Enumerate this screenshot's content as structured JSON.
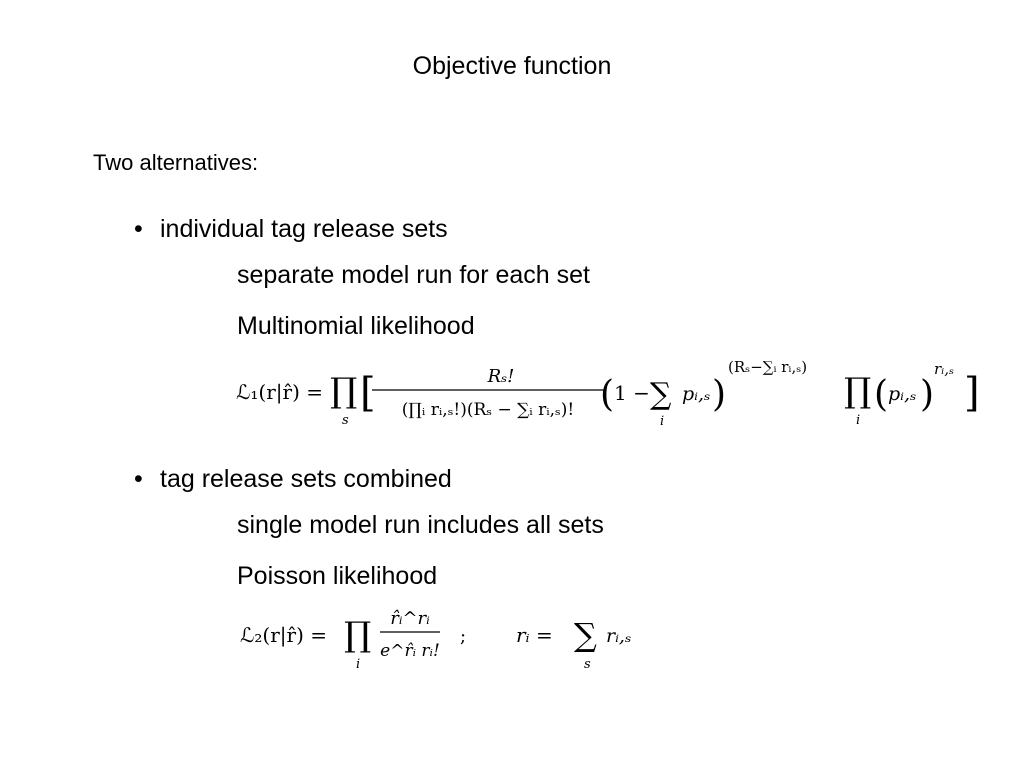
{
  "slide": {
    "title": "Objective function",
    "intro": "Two alternatives:",
    "bullet_glyph": "•",
    "sections": [
      {
        "bullet": "individual tag release sets",
        "lines": [
          "separate model run for each set",
          "Multinomial likelihood"
        ]
      },
      {
        "bullet": "tag release sets combined",
        "lines": [
          "single model run includes all sets",
          "Poisson likelihood"
        ]
      }
    ]
  },
  "equations": {
    "eq1": {
      "lhs": "ℒ₁(r|r̂) =",
      "prod": "∏",
      "prod_index": "s",
      "open_bracket": "[",
      "close_bracket": "]",
      "numerator": "Rₛ!",
      "denominator": "(∏ᵢ rᵢ,ₛ!)(Rₛ − ∑ᵢ rᵢ,ₛ)!",
      "paren_open": "(",
      "paren_close": ")",
      "one_minus": "1 −",
      "sum": "∑",
      "sum_index": "i",
      "p_term": "pᵢ,ₛ",
      "exponent1": "(Rₛ−∑ᵢ rᵢ,ₛ)",
      "prod2": "∏",
      "prod2_index": "i",
      "p_term2": "pᵢ,ₛ",
      "exponent2": "rᵢ,ₛ"
    },
    "eq2": {
      "lhs": "ℒ₂(r|r̂) =",
      "prod": "∏",
      "prod_index": "i",
      "numerator": "r̂ᵢ^rᵢ",
      "denominator": "e^r̂ᵢ rᵢ!",
      "separator": ";",
      "rhs_lhs": "rᵢ =",
      "sum": "∑",
      "sum_index": "s",
      "rhs_term": "rᵢ,ₛ"
    }
  }
}
